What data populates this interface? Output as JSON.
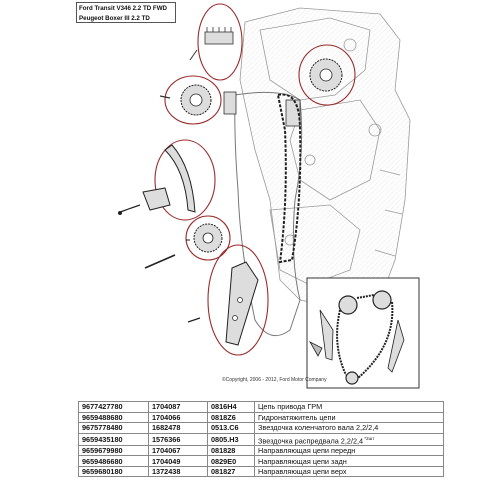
{
  "title": {
    "line1": "Ford Transit V346 2.2 TD FWD",
    "line2": "Peugeot Boxer III 2.2 TD"
  },
  "copyright": "©Copyright, 2006 - 2012, Ford Motor Company",
  "parts": [
    {
      "code1": "9677427780",
      "code2": "1704087",
      "code3": "0816H4",
      "description": "Цепь привода ГРМ",
      "note": ""
    },
    {
      "code1": "9659488680",
      "code2": "1704066",
      "code3": "0818Z6",
      "description": "Гидронатяжитель цепи",
      "note": ""
    },
    {
      "code1": "9675778480",
      "code2": "1682478",
      "code3": "0513.C6",
      "description": "Звездочка коленчатого вала 2,2/2,4",
      "note": ""
    },
    {
      "code1": "9659435180",
      "code2": "1576366",
      "code3": "0805.H3",
      "description": "Звездочка распредвала 2,2/2,4",
      "note": "*2шт"
    },
    {
      "code1": "9659679980",
      "code2": "1704067",
      "code3": "081828",
      "description": "Направляющая цепи передн",
      "note": ""
    },
    {
      "code1": "9659486680",
      "code2": "1704049",
      "code3": "0829E0",
      "description": "Направляющая цепи задн",
      "note": ""
    },
    {
      "code1": "9659680180",
      "code2": "1372438",
      "code3": "081827",
      "description": "Направляющая цепи верх",
      "note": ""
    }
  ]
}
